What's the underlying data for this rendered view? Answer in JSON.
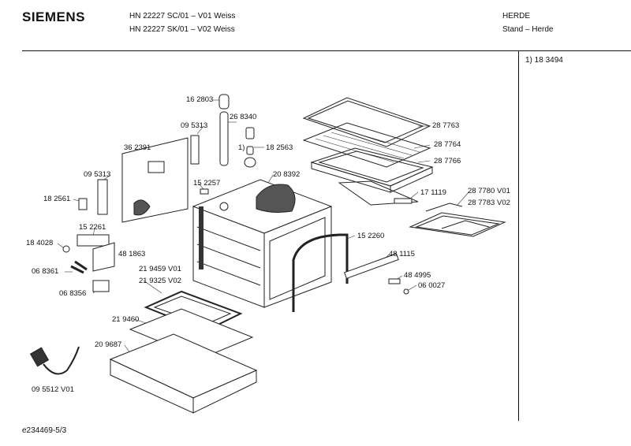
{
  "header": {
    "brand": "SIEMENS",
    "model_line_1": "HN 22227 SC/01 – V01 Weiss",
    "model_line_2": "HN 22227 SK/01 – V02 Weiss",
    "category": "HERDE",
    "subcategory": "Stand – Herde"
  },
  "footnote": "1)  18 3494",
  "footer_code": "e234469-5/3",
  "part_labels": {
    "p162803": "16 2803",
    "p268340": "26 8340",
    "p095313a": "09 5313",
    "p362391": "36 2391",
    "p182563": "18 2563",
    "note1": "1)",
    "p095313b": "09 5313",
    "p208392": "20 8392",
    "p152257": "15 2257",
    "p182561": "18 2561",
    "p287763": "28 7763",
    "p287764": "28 7764",
    "p287766": "28 7766",
    "p171119": "17 1119",
    "p287780": "28 7780 V01",
    "p287783": "28 7783 V02",
    "p152261": "15 2261",
    "p184028": "18 4028",
    "p481863": "48 1863",
    "p152260": "15 2260",
    "p481115": "48 1115",
    "p068361": "06 8361",
    "p219459": "21 9459 V01",
    "p219325": "21 9325 V02",
    "p484995": "48 4995",
    "p060027": "06 0027",
    "p068356": "06 8356",
    "p219460": "21 9460",
    "p209687": "20 9687",
    "p095512": "09 5512 V01"
  }
}
